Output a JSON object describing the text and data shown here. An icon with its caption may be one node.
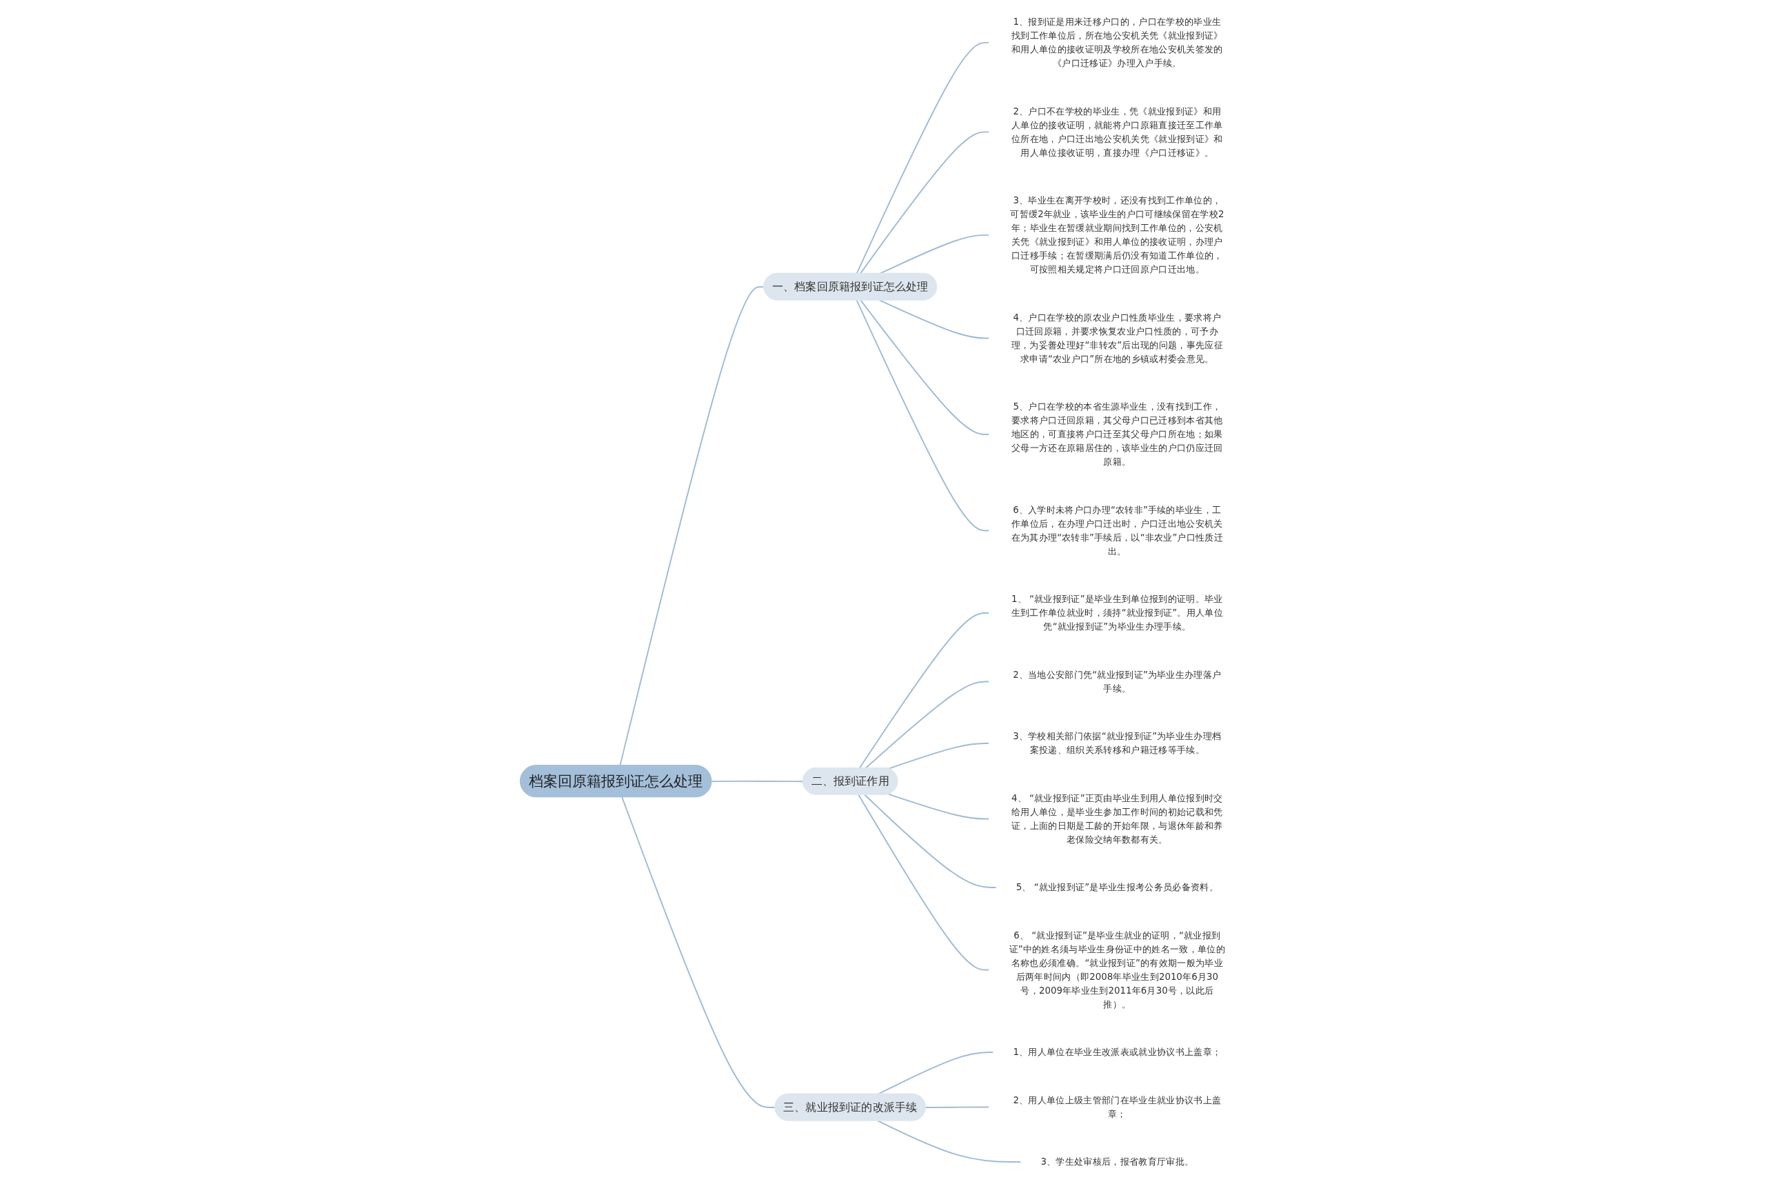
{
  "diagram": {
    "nodes": [
      {
        "text": [
          "档案回原籍报到证怎么处理"
        ]
      },
      {
        "text": [
          "一、档案回原籍报到证怎么处理"
        ]
      },
      {
        "text": [
          "1、报到证是用来迁移户口的，户口在学校的毕业生找到工作单位后，所在地公安机关凭《就业报到证》和用人单位的接收证明及学校所在地公安机关签发的《户口迁移证》办理入户手续。"
        ]
      },
      {
        "text": [
          "2、户口不在学校的毕业生，凭《就业报到证》和用人单位的接收证明，就能将户口原籍直接迁至工作单位所在地，户口迁出地公安机关凭《就业报到证》和用人单位接收证明，直接办理《户口迁移证》。"
        ]
      },
      {
        "text": [
          "3、毕业生在离开学校时，还没有找到工作单位的，可暂缓2年就业，该毕业生的户口可继续保留在学校2年；毕业生在暂缓就业期间找到工作单位的，公安机关凭《就业报到证》和用人单位的接收证明，办理户口迁移手续；在暂缓期满后仍没有知道工作单位的，可按照相关规定将户口迁回原户口迁出地。"
        ]
      },
      {
        "text": [
          "4、户口在学校的原农业户口性质毕业生，要求将户口迁回原籍，并要求恢复农业户口性质的，可予办理，为妥善处理好“非转农”后出现的问题，事先应征求申请“农业户口”所在地的乡镇或村委会意见。"
        ]
      },
      {
        "text": [
          "5、户口在学校的本省生源毕业生，没有找到工作，要求将户口迁回原籍，其父母户口已迁移到本省其他地区的，可直接将户口迁至其父母户口所在地；如果父母一方还在原籍居住的，该毕业生的户口仍应迁回原籍。"
        ]
      },
      {
        "text": [
          "6、入学时未将户口办理“农转非”手续的毕业生，工作单位后，在办理户口迁出时，户口迁出地公安机关在为其办理“农转非”手续后，以“非农业”户口性质迁出。"
        ]
      },
      {
        "text": [
          "二、报到证作用"
        ]
      },
      {
        "text": [
          "1、 “就业报到证”是毕业生到单位报到的证明。毕业生到工作单位就业时，须持“就业报到证”。用人单位凭“就业报到证”为毕业生办理手续。"
        ]
      },
      {
        "text": [
          "2、当地公安部门凭“就业报到证”为毕业生办理落户手续。"
        ]
      },
      {
        "text": [
          "3、学校相关部门依据“就业报到证”为毕业生办理档案投递、组织关系转移和户籍迁移等手续。"
        ]
      },
      {
        "text": [
          "4、 “就业报到证”正页由毕业生到用人单位报到时交给用人单位，是毕业生参加工作时间的初始记载和凭证，上面的日期是工龄的开始年限，与退休年龄和养老保险交纳年数都有关。"
        ]
      },
      {
        "text": [
          "5、 “就业报到证”是毕业生报考公务员必备资料。"
        ]
      },
      {
        "text": [
          "6、 “就业报到证”是毕业生就业的证明，“就业报到证”中的姓名须与毕业生身份证中的姓名一致，单位的名称也必须准确。“就业报到证”的有效期一般为毕业后两年时间内（即2008年毕业生到2010年6月30号，2009年毕业生到2011年6月30号，以此后推）。"
        ]
      },
      {
        "text": [
          "三、就业报到证的改派手续"
        ]
      },
      {
        "text": [
          "1、用人单位在毕业生改派表或就业协议书上盖章；"
        ]
      },
      {
        "text": [
          "2、用人单位上级主管部门在毕业生就业协议书上盖章；"
        ]
      },
      {
        "text": [
          "3、学生处审核后，报省教育厅审批。"
        ]
      }
    ],
    "edges": [
      {
        "from": 0,
        "to": 1,
        "arrow": "none"
      },
      {
        "from": 1,
        "to": 2,
        "arrow": "none"
      },
      {
        "from": 1,
        "to": 3,
        "arrow": "none"
      },
      {
        "from": 1,
        "to": 4,
        "arrow": "none"
      },
      {
        "from": 1,
        "to": 5,
        "arrow": "none"
      },
      {
        "from": 1,
        "to": 6,
        "arrow": "none"
      },
      {
        "from": 1,
        "to": 7,
        "arrow": "none"
      },
      {
        "from": 0,
        "to": 8,
        "arrow": "none"
      },
      {
        "from": 8,
        "to": 9,
        "arrow": "none"
      },
      {
        "from": 8,
        "to": 10,
        "arrow": "none"
      },
      {
        "from": 8,
        "to": 11,
        "arrow": "none"
      },
      {
        "from": 8,
        "to": 12,
        "arrow": "none"
      },
      {
        "from": 8,
        "to": 13,
        "arrow": "none"
      },
      {
        "from": 8,
        "to": 14,
        "arrow": "none"
      },
      {
        "from": 0,
        "to": 15,
        "arrow": "none"
      },
      {
        "from": 15,
        "to": 16,
        "arrow": "none"
      },
      {
        "from": 15,
        "to": 17,
        "arrow": "none"
      },
      {
        "from": 15,
        "to": 18,
        "arrow": "none"
      }
    ]
  }
}
